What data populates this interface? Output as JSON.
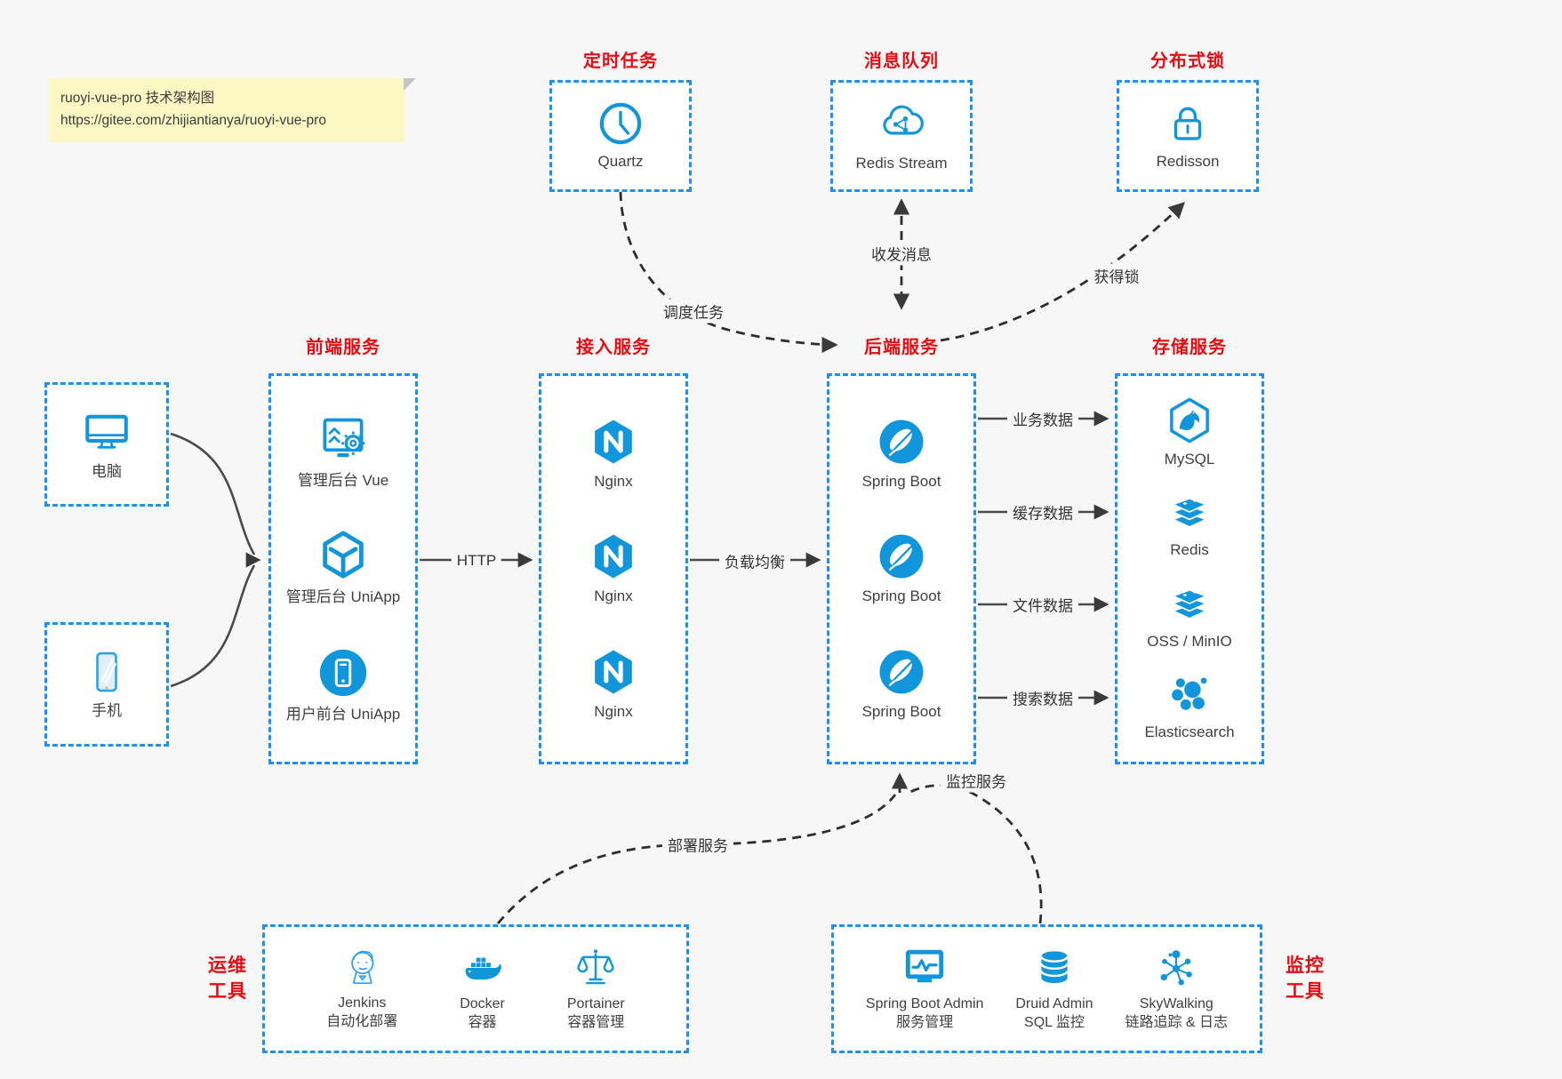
{
  "note": {
    "line1": "ruoyi-vue-pro 技术架构图",
    "line2": "https://gitee.com/zhijiantianya/ruoyi-vue-pro"
  },
  "colors": {
    "accent_blue": "#1296db",
    "border_blue": "#1e90f5",
    "title_red": "#e60c12",
    "note_bg": "#fcf8c3",
    "page_bg": "#f7f7f8"
  },
  "top_groups": [
    {
      "title": "定时任务",
      "item": {
        "icon": "clock-icon",
        "label": "Quartz"
      }
    },
    {
      "title": "消息队列",
      "item": {
        "icon": "cloud-share-icon",
        "label": "Redis Stream"
      }
    },
    {
      "title": "分布式锁",
      "item": {
        "icon": "lock-icon",
        "label": "Redisson"
      }
    }
  ],
  "clients": [
    {
      "icon": "desktop-icon",
      "label": "电脑"
    },
    {
      "icon": "smartphone-icon",
      "label": "手机"
    }
  ],
  "service_columns": [
    {
      "title": "前端服务",
      "items": [
        {
          "icon": "admin-vue-icon",
          "label": "管理后台 Vue"
        },
        {
          "icon": "uniapp-cube-icon",
          "label": "管理后台 UniApp"
        },
        {
          "icon": "mobile-app-icon",
          "label": "用户前台 UniApp"
        }
      ]
    },
    {
      "title": "接入服务",
      "items": [
        {
          "icon": "nginx-icon",
          "label": "Nginx"
        },
        {
          "icon": "nginx-icon",
          "label": "Nginx"
        },
        {
          "icon": "nginx-icon",
          "label": "Nginx"
        }
      ]
    },
    {
      "title": "后端服务",
      "items": [
        {
          "icon": "spring-boot-icon",
          "label": "Spring Boot"
        },
        {
          "icon": "spring-boot-icon",
          "label": "Spring Boot"
        },
        {
          "icon": "spring-boot-icon",
          "label": "Spring Boot"
        }
      ]
    },
    {
      "title": "存储服务",
      "items": [
        {
          "icon": "mysql-icon",
          "label": "MySQL"
        },
        {
          "icon": "redis-stack-icon",
          "label": "Redis"
        },
        {
          "icon": "storage-stack-icon",
          "label": "OSS / MinIO"
        },
        {
          "icon": "elasticsearch-icon",
          "label": "Elasticsearch"
        }
      ]
    }
  ],
  "tool_groups": [
    {
      "title_line1": "运维",
      "title_line2": "工具",
      "items": [
        {
          "icon": "jenkins-icon",
          "label": "Jenkins",
          "sublabel": "自动化部署"
        },
        {
          "icon": "docker-icon",
          "label": "Docker",
          "sublabel": "容器"
        },
        {
          "icon": "portainer-icon",
          "label": "Portainer",
          "sublabel": "容器管理"
        }
      ]
    },
    {
      "title_line1": "监控",
      "title_line2": "工具",
      "items": [
        {
          "icon": "spring-boot-admin-icon",
          "label": "Spring Boot Admin",
          "sublabel": "服务管理"
        },
        {
          "icon": "druid-icon",
          "label": "Druid Admin",
          "sublabel": "SQL 监控"
        },
        {
          "icon": "skywalking-icon",
          "label": "SkyWalking",
          "sublabel": "链路追踪 & 日志"
        }
      ]
    }
  ],
  "edge_labels": {
    "http": "HTTP",
    "load_balance": "负载均衡",
    "business_data": "业务数据",
    "cache_data": "缓存数据",
    "file_data": "文件数据",
    "search_data": "搜索数据",
    "schedule_task": "调度任务",
    "send_receive_message": "收发消息",
    "acquire_lock": "获得锁",
    "deploy_service": "部署服务",
    "monitor_service": "监控服务"
  }
}
